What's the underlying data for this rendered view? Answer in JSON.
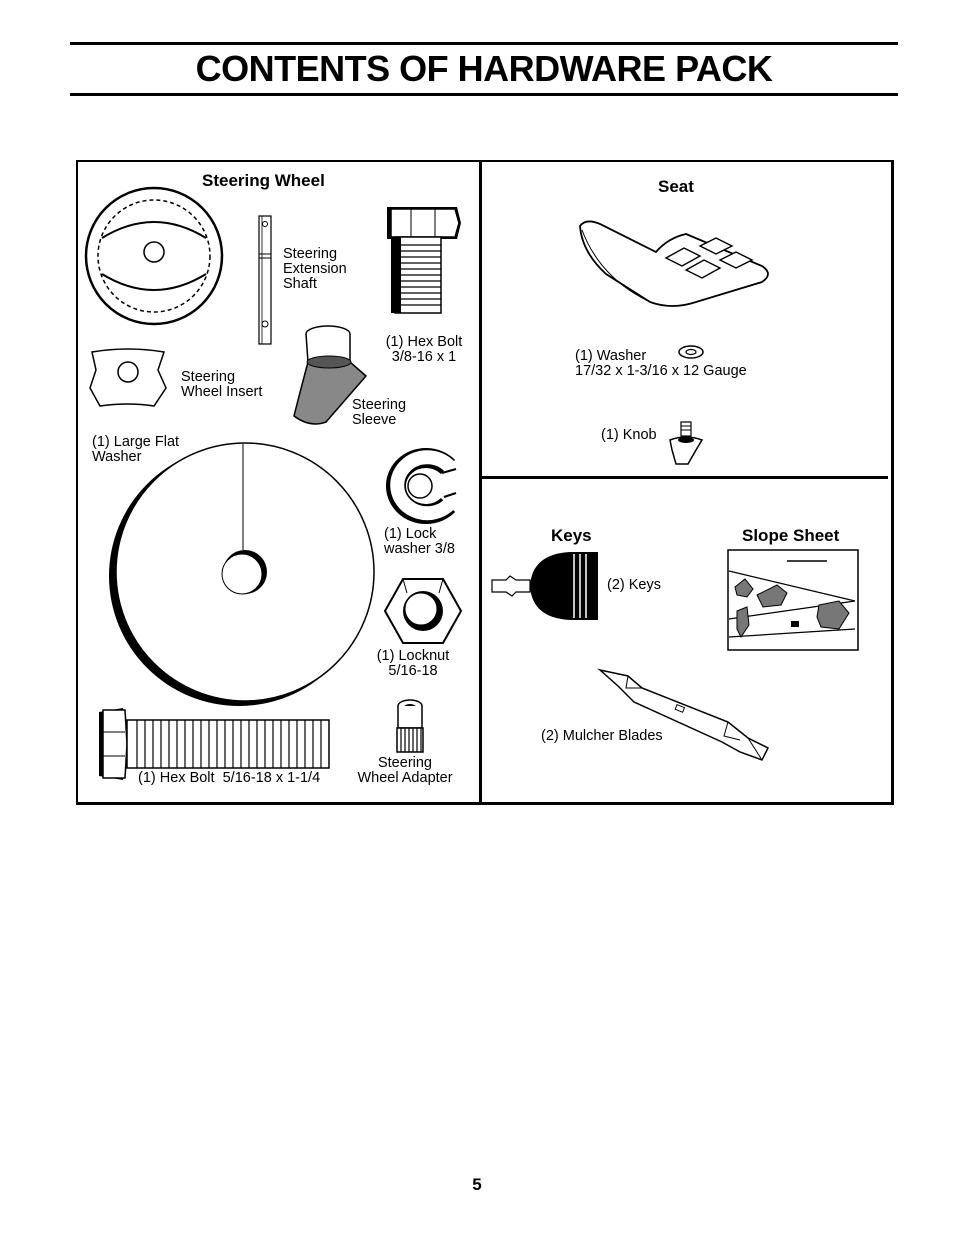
{
  "page": {
    "title": "CONTENTS OF HARDWARE PACK",
    "page_number": "5"
  },
  "sections": {
    "steering_wheel": {
      "heading": "Steering Wheel",
      "labels": {
        "extension_shaft": "Steering\nExtension\nShaft",
        "hex_bolt_3_8": "(1) Hex Bolt\n3/8-16 x 1",
        "wheel_insert": "Steering\nWheel Insert",
        "steering_sleeve": "Steering\nSleeve",
        "large_flat_washer": "(1) Large Flat\nWasher",
        "lock_washer": "(1) Lock\nwasher 3/8",
        "locknut": "(1) Locknut\n5/16-18",
        "hex_bolt_5_16": "(1) Hex Bolt  5/16-18 x 1-1/4",
        "wheel_adapter": "Steering\nWheel Adapter"
      }
    },
    "seat": {
      "heading": "Seat",
      "labels": {
        "washer": "(1) Washer\n17/32 x 1-3/16 x 12 Gauge",
        "knob": "(1) Knob"
      }
    },
    "keys": {
      "heading": "Keys",
      "labels": {
        "keys": "(2) Keys",
        "mulcher_blades": "(2) Mulcher Blades"
      }
    },
    "slope_sheet": {
      "heading": "Slope Sheet"
    }
  }
}
